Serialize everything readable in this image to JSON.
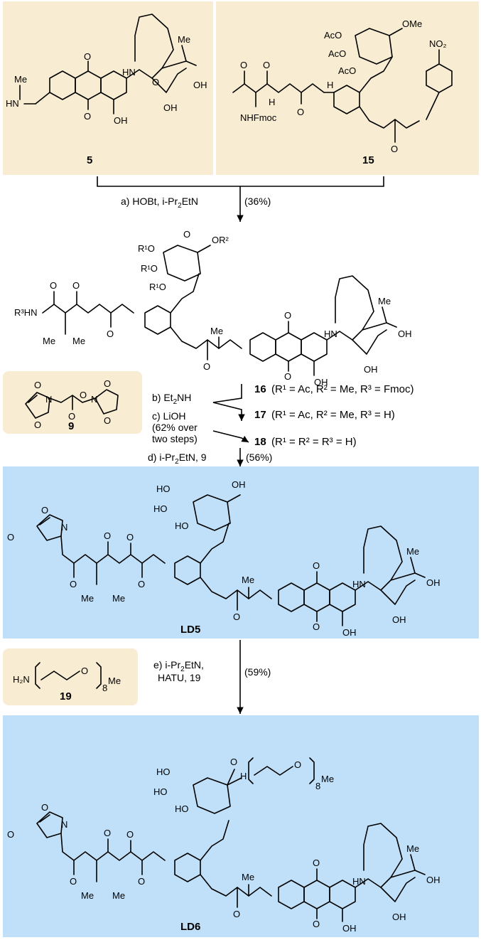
{
  "colors": {
    "beige_panel": "#f8ecd2",
    "blue_panel": "#bfe0f8",
    "ink": "#000000"
  },
  "compounds": {
    "c5": "5",
    "c15": "15",
    "c9": "9",
    "c19": "19",
    "ld5": "LD5",
    "ld6": "LD6"
  },
  "steps": {
    "a": "a) HOBt, i-Pr",
    "a_sub": "2",
    "a_tail": "EtN",
    "a_yield": "(36%)",
    "b": "b) Et",
    "b_sub": "2",
    "b_tail": "NH",
    "c_1": "c) LiOH",
    "c_2": "(62% over",
    "c_3": "two steps)",
    "d": "d) i-Pr",
    "d_sub": "2",
    "d_tail": "EtN, 9",
    "d_yield": "(56%)",
    "e_1": "e) i-Pr",
    "e_1_sub": "2",
    "e_1_tail": "EtN,",
    "e_2": "HATU, 19",
    "e_yield": "(59%)"
  },
  "intermediates": {
    "i16": "16",
    "i16_desc": "(R¹ = Ac, R² = Me, R³ = Fmoc)",
    "i17": "17",
    "i17_desc": "(R¹ = Ac, R² = Me, R³ = H)",
    "i18": "18",
    "i18_desc": "(R¹ = R² = R³ = H)"
  },
  "atoms": {
    "me": "Me",
    "oh": "OH",
    "o": "O",
    "hn": "HN",
    "nh": "NH",
    "n": "N",
    "h": "H",
    "ho": "HO",
    "aco": "AcO",
    "ome": "OMe",
    "no2": "NO₂",
    "nhfmoc": "NHFmoc",
    "r1o": "R¹O",
    "or2": "OR²",
    "r3hn": "R³HN",
    "h2n": "H₂N",
    "sub8": "8"
  }
}
